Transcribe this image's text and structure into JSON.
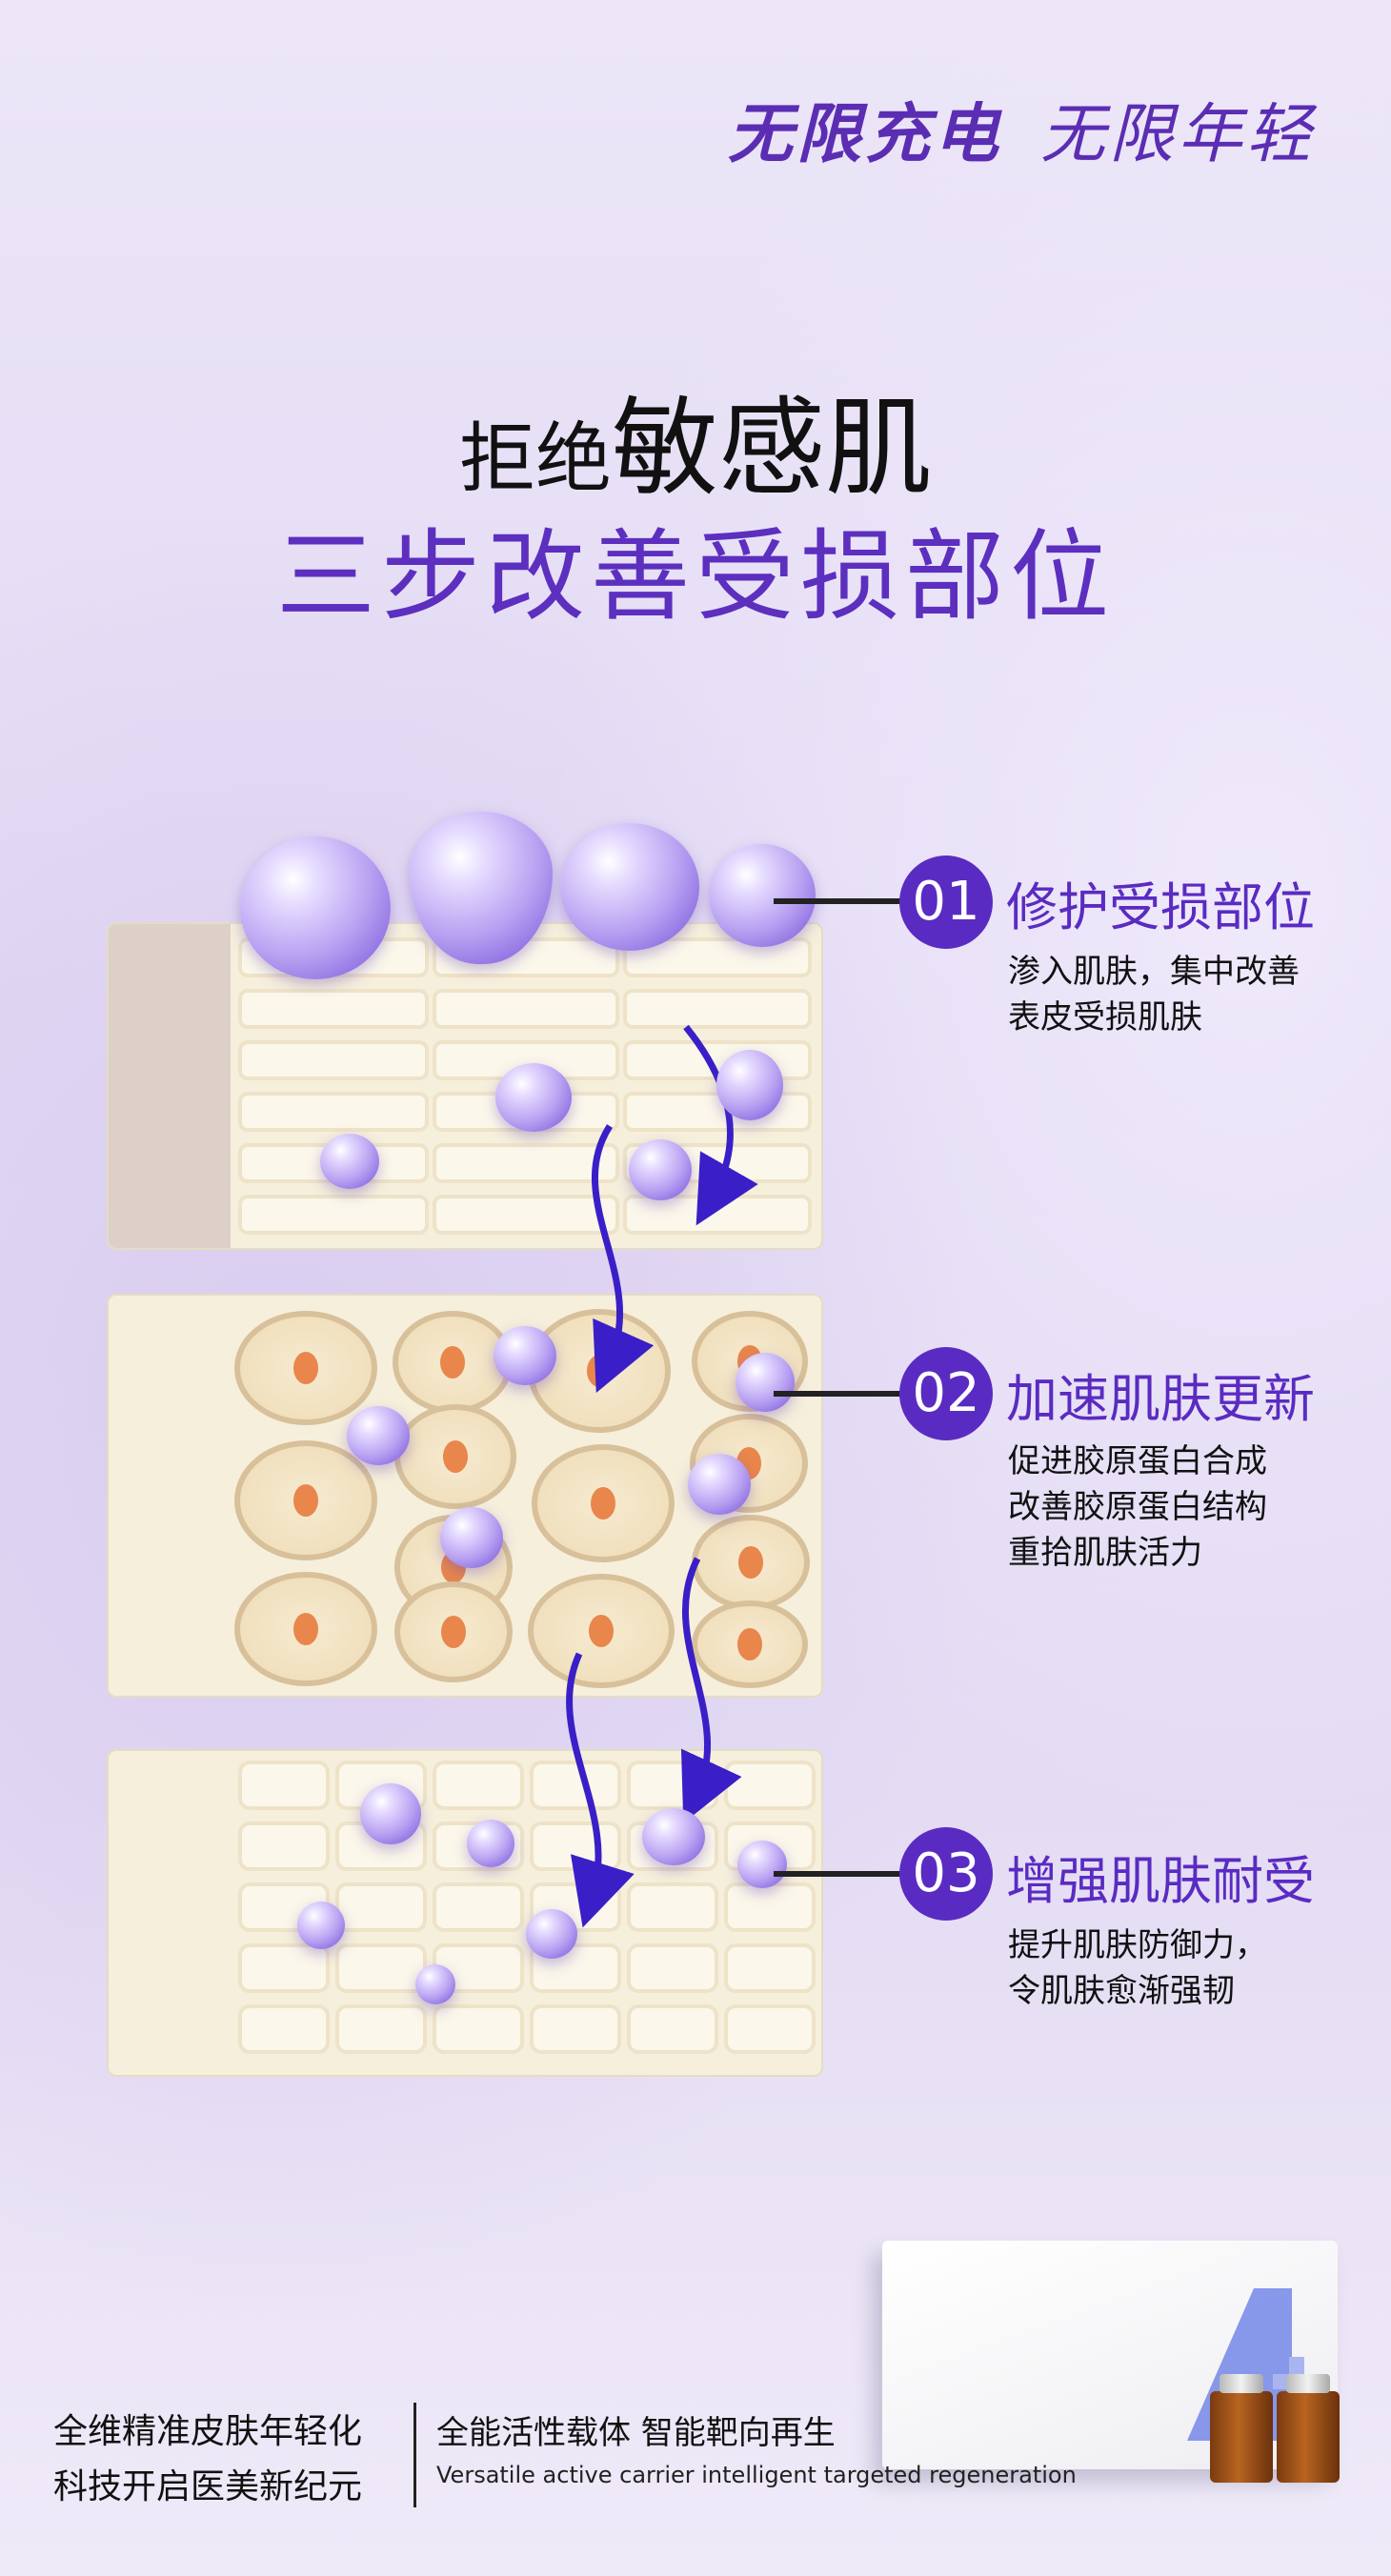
{
  "header": {
    "slogan_1": "无限充电",
    "slogan_2": "无限年轻"
  },
  "title": {
    "line1_small": "拒绝",
    "line1_big": "敏感肌",
    "line2": "三步改善受损部位"
  },
  "steps": [
    {
      "number": "01",
      "title": "修护受损部位",
      "description": "渗入肌肤，集中改善\n表皮受损肌肤"
    },
    {
      "number": "02",
      "title": "加速肌肤更新",
      "description": "促进胶原蛋白合成\n改善胶原蛋白结构\n重拾肌肤活力"
    },
    {
      "number": "03",
      "title": "增强肌肤耐受",
      "description": "提升肌肤防御力，\n令肌肤愈渐强韧"
    }
  ],
  "footer": {
    "left_text": "全维精准皮肤年轻化\n科技开启医美新纪元",
    "mid_text": "全能活性载体 智能靶向再生",
    "en_text": "Versatile active carrier intelligent targeted regeneration"
  },
  "colors": {
    "primary": "#5a2bc2",
    "background": "#e6ddf4",
    "layer": "#f6efdc"
  }
}
